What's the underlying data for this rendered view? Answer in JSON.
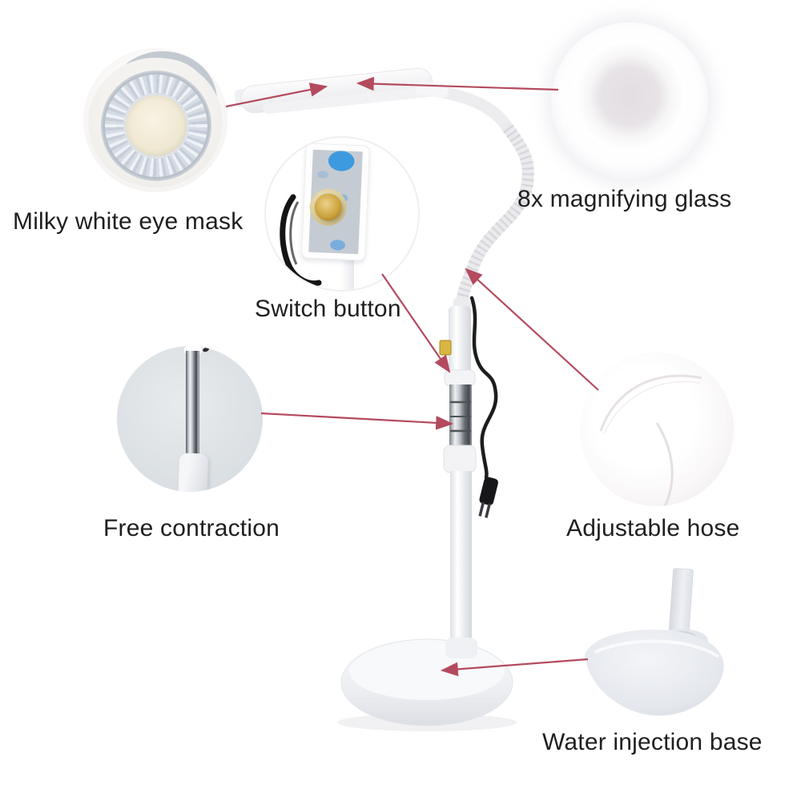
{
  "features": [
    {
      "id": "eye-mask",
      "label": "Milky white eye mask"
    },
    {
      "id": "magnifying-glass",
      "label": "8x magnifying glass"
    },
    {
      "id": "switch-button",
      "label": "Switch button"
    },
    {
      "id": "free-contraction",
      "label": "Free contraction"
    },
    {
      "id": "adjustable-hose",
      "label": "Adjustable hose"
    },
    {
      "id": "water-injection-base",
      "label": "Water injection base"
    }
  ],
  "colors": {
    "annotation": "#b44a5e",
    "text": "#1f1f1f",
    "background": "#ffffff"
  }
}
